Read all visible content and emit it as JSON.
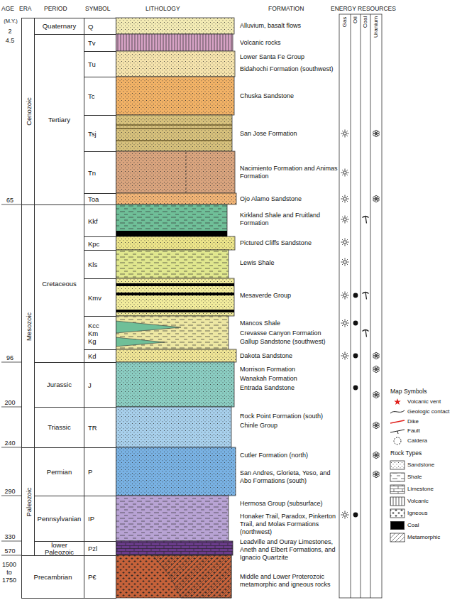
{
  "diagram": {
    "nodes": [
      {
        "text": [
          "Cenozoic"
        ]
      },
      {
        "text": [
          "Mesozoic"
        ]
      },
      {
        "text": [
          "Paleozoic"
        ]
      },
      {
        "text": [
          "Quaternary"
        ]
      },
      {
        "text": [
          "Tertiary"
        ]
      },
      {
        "text": [
          "Cretaceous"
        ]
      },
      {
        "text": [
          "Jurassic"
        ]
      },
      {
        "text": [
          "Triassic"
        ]
      },
      {
        "text": [
          "Permian"
        ]
      },
      {
        "text": [
          "Pennsylvanian"
        ]
      },
      {
        "text": [
          "lower Paleozoic"
        ]
      },
      {
        "text": [
          "Precambrian"
        ]
      },
      {
        "text": [
          "Q"
        ]
      },
      {
        "text": [
          "Tv"
        ]
      },
      {
        "text": [
          "Tu"
        ]
      },
      {
        "text": [
          "Tc"
        ]
      },
      {
        "text": [
          "Tsj"
        ]
      },
      {
        "text": [
          "Tn"
        ]
      },
      {
        "text": [
          "Toa"
        ]
      },
      {
        "text": [
          "Kkf"
        ]
      },
      {
        "text": [
          "Kpc"
        ]
      },
      {
        "text": [
          "Kls"
        ]
      },
      {
        "text": [
          "Kmv"
        ]
      },
      {
        "text": [
          "Kcc",
          "Km",
          "Kg"
        ]
      },
      {
        "text": [
          "Kd"
        ]
      },
      {
        "text": [
          "J"
        ]
      },
      {
        "text": [
          "TR"
        ]
      },
      {
        "text": [
          "P"
        ]
      },
      {
        "text": [
          "IP"
        ]
      },
      {
        "text": [
          "Pzl"
        ]
      },
      {
        "text": [
          "P€"
        ]
      }
    ],
    "labels": [
      "AGE",
      "ERA",
      "PERIOD",
      "SYMBOL",
      "LITHOLOGY",
      "FORMATION",
      "ENERGY RESOURCES",
      "(M.Y.)",
      "2",
      "4.5",
      "65",
      "96",
      "200",
      "240",
      "290",
      "330",
      "570",
      "1500 to 1750",
      "Gas",
      "Oil",
      "Coal",
      "Uranium",
      "Alluvium, basalt flows",
      "Volcanic rocks",
      "Lower Santa Fe Group",
      "Bidahochi Formation (southwest)",
      "Chuska Sandstone",
      "San Jose Formation",
      "Nacimiento Formation and Animas Formation",
      "Ojo Alamo Sandstone",
      "Kirkland Shale and Fruitland Formation",
      "Pictured Cliffs Sandstone",
      "Lewis Shale",
      "Mesaverde Group",
      "Mancos Shale",
      "Crevasse Canyon Formation",
      "Gallup Sandstone (southwest)",
      "Dakota Sandstone",
      "Morrison Formation",
      "Wanakah Formation",
      "Entrada Sandstone",
      "Rock Point Formation (south)",
      "Chinle Group",
      "Cutler Formation (north)",
      "San Andres, Glorieta, Yeso, and Abo Formations (south)",
      "Hermosa Group (subsurface)",
      "Honaker Trail, Paradox, Pinkerton Trail, and Molas Formations (northwest)",
      "Leadville and Ouray Limestones, Aneth and Elbert Formations, and Ignacio Quartzite",
      "Middle and Lower Proterozoic metamorphic and igneous rocks",
      "Map Symbols",
      "Rock Types"
    ],
    "legend": [
      {
        "text": "Volcanic vent"
      },
      {
        "text": "Geologic contact"
      },
      {
        "text": "Dike"
      },
      {
        "text": "Fault"
      },
      {
        "text": "Caldera"
      },
      {
        "text": "Sandstone"
      },
      {
        "text": "Shale"
      },
      {
        "text": "Limestone"
      },
      {
        "text": "Volcanic"
      },
      {
        "text": "Igneous"
      },
      {
        "text": "Coal",
        "color": "#000000"
      },
      {
        "text": "Metamorphic"
      }
    ]
  }
}
